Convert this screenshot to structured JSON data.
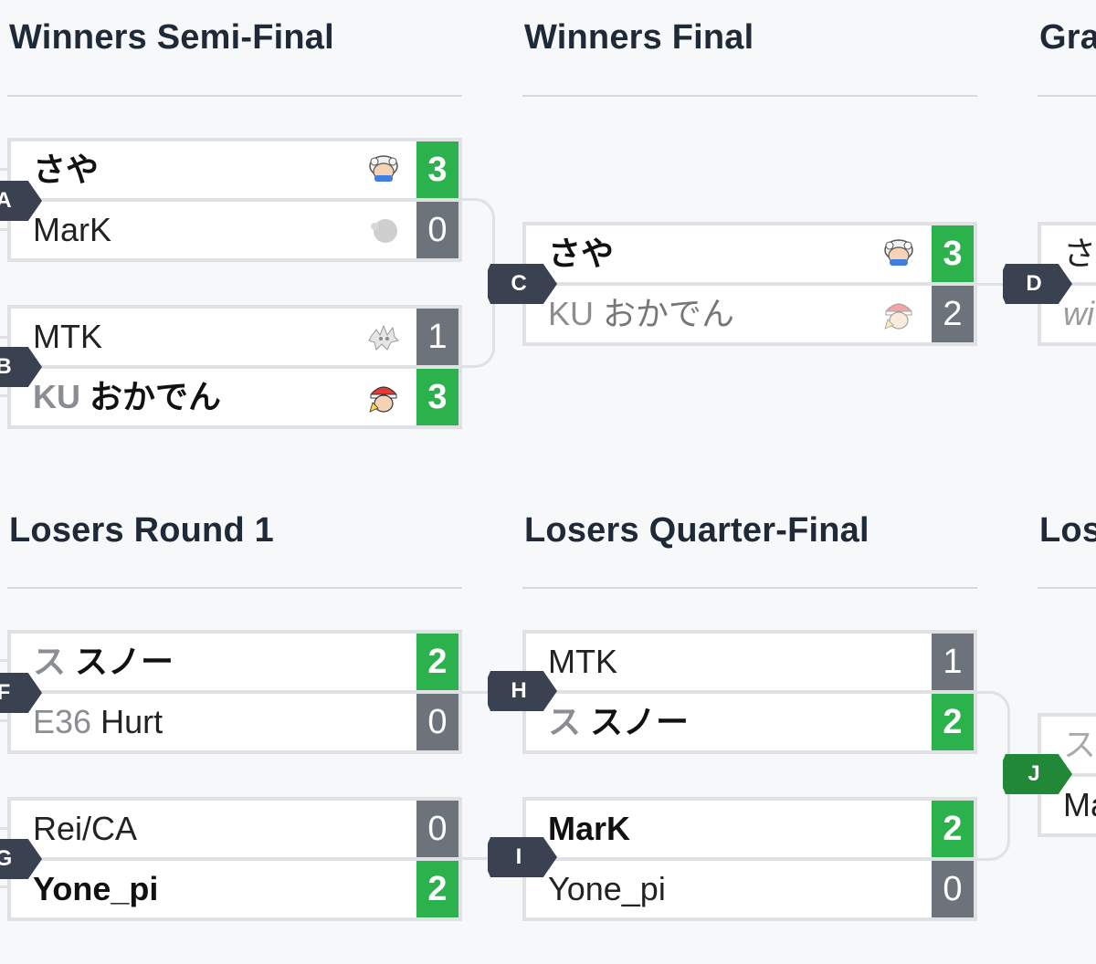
{
  "winners": {
    "semi_title": "Winners Semi-Final",
    "final_title": "Winners Final",
    "grand_title": "Gra",
    "A": {
      "label": "A",
      "p1": {
        "name": "さや",
        "score": "3",
        "char": "ice-climber-face-icon"
      },
      "p2": {
        "name": "MarK",
        "score": "0",
        "char": "gray-blob-icon"
      }
    },
    "B": {
      "label": "B",
      "p1": {
        "name": "MTK",
        "score": "1",
        "char": "spiky-character-icon"
      },
      "p2": {
        "prefix": "KU",
        "name": "おかでん",
        "score": "3",
        "char": "red-cap-character-icon"
      }
    },
    "C": {
      "label": "C",
      "p1": {
        "name": "さや",
        "score": "3",
        "char": "ice-climber-face-icon"
      },
      "p2": {
        "prefix": "KU",
        "name": "おかでん",
        "score": "2",
        "char": "red-cap-character-icon"
      }
    },
    "D": {
      "label": "D",
      "p1": {
        "name": "さ"
      },
      "p2": {
        "name": "wi"
      }
    }
  },
  "losers": {
    "r1_title": "Losers Round 1",
    "qf_title": "Losers Quarter-Final",
    "next_title": "Los",
    "F": {
      "label": "F",
      "p1": {
        "prefix": "ス",
        "name": "スノー",
        "score": "2"
      },
      "p2": {
        "prefix": "E36",
        "name": "Hurt",
        "score": "0"
      }
    },
    "G": {
      "label": "G",
      "p1": {
        "name": "Rei/CA",
        "score": "0"
      },
      "p2": {
        "name": "Yone_pi",
        "score": "2"
      }
    },
    "H": {
      "label": "H",
      "p1": {
        "name": "MTK",
        "score": "1"
      },
      "p2": {
        "prefix": "ス",
        "name": "スノー",
        "score": "2"
      }
    },
    "I": {
      "label": "I",
      "p1": {
        "name": "MarK",
        "score": "2"
      },
      "p2": {
        "name": "Yone_pi",
        "score": "0"
      }
    },
    "J": {
      "label": "J",
      "p1": {
        "name": "ス"
      },
      "p2": {
        "name": "Ma"
      }
    }
  },
  "colors": {
    "win": "#2bb24c",
    "lose": "#6d737b",
    "label": "#3a4150",
    "label_active": "#218838"
  }
}
